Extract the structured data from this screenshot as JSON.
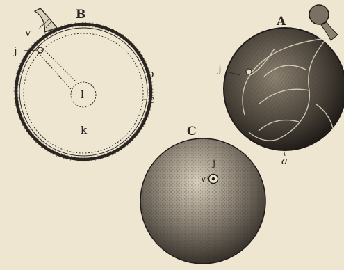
{
  "plate": {
    "paper_color": "#efe6d2",
    "ink_color": "#2a2520",
    "figures": [
      {
        "id": "figure-B",
        "title": "B",
        "labels": {
          "v": "v",
          "j": "j",
          "b": "b",
          "c": "c",
          "l": "l",
          "k": "k"
        }
      },
      {
        "id": "figure-A",
        "title": "A",
        "labels": {
          "j": "j",
          "a": "a"
        }
      },
      {
        "id": "figure-C",
        "title": "C",
        "labels": {
          "j": "j",
          "v": "v"
        }
      }
    ]
  }
}
